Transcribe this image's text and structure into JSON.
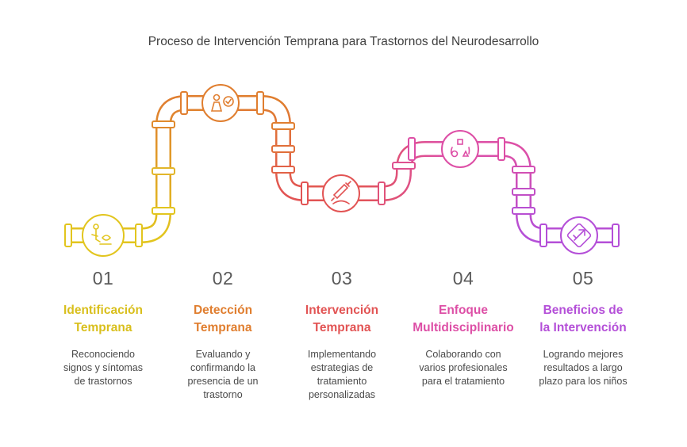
{
  "title": "Proceso de Intervención Temprana para Trastornos del Neurodesarrollo",
  "steps": [
    {
      "number": "01",
      "title_line1": "Identificación",
      "title_line2": "Temprana",
      "desc_line1": "Reconociendo",
      "desc_line2": "signos y síntomas",
      "desc_line3": "de trastornos",
      "desc_line4": "",
      "color": "#e2c51e",
      "icon": "child-hand-icon"
    },
    {
      "number": "02",
      "title_line1": "Detección",
      "title_line2": "Temprana",
      "desc_line1": "Evaluando y",
      "desc_line2": "confirmando la",
      "desc_line3": "presencia de un",
      "desc_line4": "trastorno",
      "color": "#e0802f",
      "icon": "person-check-icon"
    },
    {
      "number": "03",
      "title_line1": "Intervención",
      "title_line2": "Temprana",
      "desc_line1": "Implementando",
      "desc_line2": "estrategias de",
      "desc_line3": "tratamiento",
      "desc_line4": "personalizadas",
      "color": "#e25454",
      "icon": "syringe-icon"
    },
    {
      "number": "04",
      "title_line1": "Enfoque",
      "title_line2": "Multidisciplinario",
      "desc_line1": "Colaborando con",
      "desc_line2": "varios profesionales",
      "desc_line3": "para el tratamiento",
      "desc_line4": "",
      "color": "#dd4fa6",
      "icon": "team-shapes-icon"
    },
    {
      "number": "05",
      "title_line1": "Beneficios de",
      "title_line2": "la Intervención",
      "desc_line1": "Logrando mejores",
      "desc_line2": "resultados a largo",
      "desc_line3": "plazo para los niños",
      "desc_line4": "",
      "color": "#b44fd8",
      "icon": "chip-arrow-icon"
    }
  ]
}
